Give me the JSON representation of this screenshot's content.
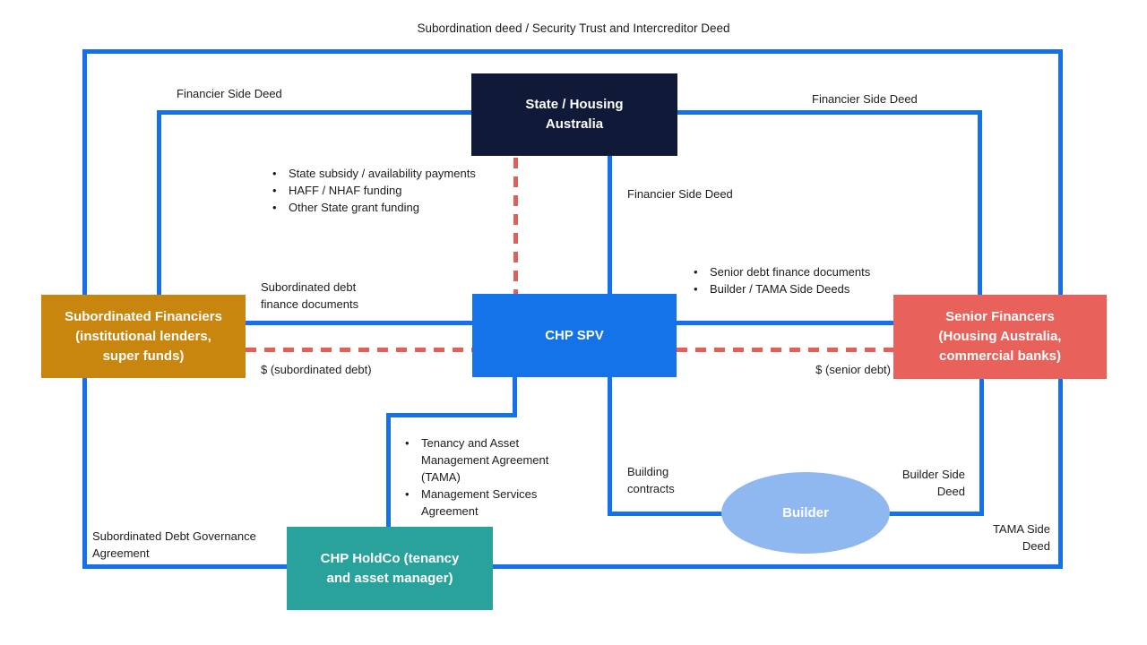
{
  "title": "Subordination deed / Security Trust and Intercreditor Deed",
  "colors": {
    "line_blue": "#1571E9",
    "dash_red": "#DF6058",
    "state_navy": "#101A38",
    "spv_blue": "#1473E8",
    "subordinated_orange": "#C9860E",
    "senior_coral": "#E8615B",
    "holdco_teal": "#29A29B",
    "builder_light_blue": "#8FB7F0",
    "text": "#1c1c1c"
  },
  "nodes": {
    "state": {
      "label": "State / Housing Australia"
    },
    "subordinated_financiers": {
      "label": "Subordinated Financiers (institutional lenders, super funds)"
    },
    "chp_spv": {
      "label": "CHP SPV"
    },
    "senior_financers": {
      "label": "Senior Financers (Housing Australia, commercial banks)"
    },
    "chp_holdco": {
      "label": "CHP HoldCo (tenancy and asset manager)"
    },
    "builder": {
      "label": "Builder"
    }
  },
  "edge_labels": {
    "financier_side_deed_left": "Financier Side Deed",
    "financier_side_deed_right": "Financier Side Deed",
    "financier_side_deed_mid": "Financier Side Deed",
    "subordinated_debt_docs": "Subordinated debt finance documents",
    "dollar_subordinated_debt": "$ (subordinated debt)",
    "dollar_senior_debt": "$ (senior debt)",
    "building_contracts": "Building contracts",
    "builder_side_deed": "Builder Side Deed",
    "tama_side_deed": "TAMA Side Deed",
    "subordinated_debt_governance": "Subordinated Debt Governance Agreement"
  },
  "bullet_lists": {
    "state_funding": [
      "State subsidy / availability payments",
      "HAFF / NHAF funding",
      "Other State grant funding"
    ],
    "senior_docs": [
      "Senior debt finance documents",
      "Builder / TAMA Side Deeds"
    ],
    "tama_docs": [
      "Tenancy and Asset Management Agreement (TAMA)",
      "Management Services Agreement"
    ]
  }
}
